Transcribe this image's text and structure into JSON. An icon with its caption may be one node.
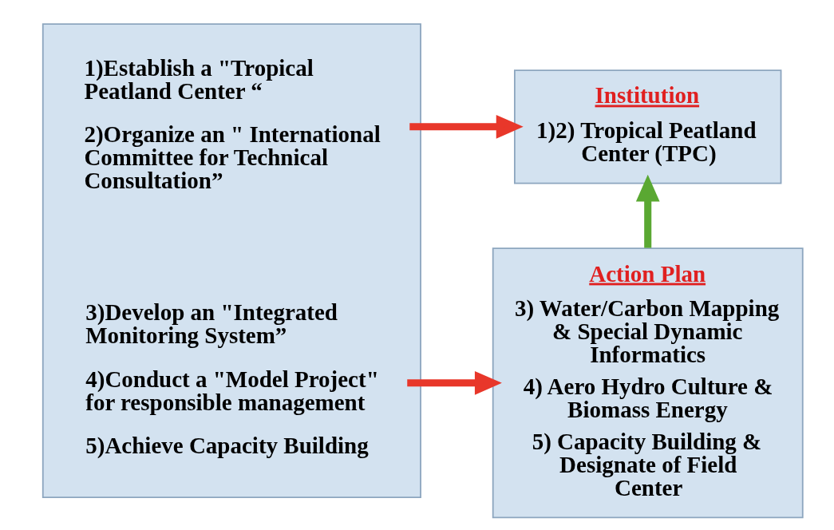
{
  "diagram": {
    "nodes": [
      {
        "text": [],
        "shape": "box"
      },
      {
        "text": [
          "1)Establish a \"Tropical Peatland Center “",
          "2)Organize an \" International Committee for Technical Consultation”"
        ],
        "in": 0
      },
      {
        "text": [
          "3)Develop an \"Integrated Monitoring System”",
          "4)Conduct a \"Model Project\" for responsible management",
          "5)Achieve Capacity Building"
        ],
        "in": 0
      },
      {
        "text": [
          "Institution",
          "1)2) Tropical Peatland Center (TPC)"
        ]
      },
      {
        "text": [
          "Action Plan",
          "3) Water/Carbon Mapping & Special Dynamic Informatics",
          "4) Aero Hydro Culture & Biomass Energy",
          "5) Capacity Building & Designate of Field Center"
        ]
      }
    ],
    "edges": [
      {
        "from": 1,
        "to": 3,
        "arrow": "to",
        "color": "#e8372a"
      },
      {
        "from": 2,
        "to": 4,
        "arrow": "to",
        "color": "#e8372a"
      },
      {
        "from": 4,
        "to": 3,
        "arrow": "to",
        "color": "#5aa832"
      }
    ]
  }
}
